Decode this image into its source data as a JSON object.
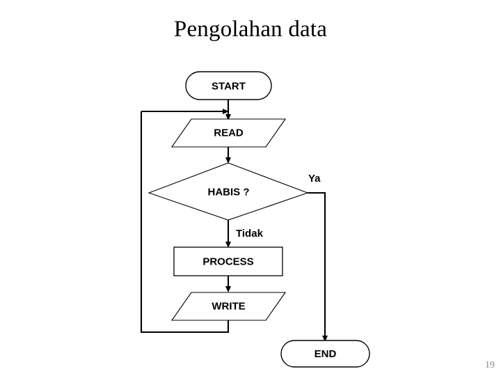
{
  "slide": {
    "title": "Pengolahan data",
    "page_number": "19",
    "background_color": "#ffffff",
    "line_color": "#000000",
    "page_number_color": "#8a8a8a"
  },
  "flowchart": {
    "nodes": [
      {
        "id": "start",
        "label": "START",
        "shape": "terminator"
      },
      {
        "id": "read",
        "label": "READ",
        "shape": "parallelogram"
      },
      {
        "id": "habis",
        "label": "HABIS ?",
        "shape": "diamond"
      },
      {
        "id": "process",
        "label": "PROCESS",
        "shape": "rectangle"
      },
      {
        "id": "write",
        "label": "WRITE",
        "shape": "parallelogram"
      },
      {
        "id": "end",
        "label": "END",
        "shape": "terminator"
      }
    ],
    "branch_labels": [
      {
        "id": "ya",
        "label": "Ya"
      },
      {
        "id": "tidak",
        "label": "Tidak"
      }
    ],
    "edges": [
      {
        "id": "start-to-read",
        "from": "start",
        "to": "read"
      },
      {
        "id": "read-to-habis",
        "from": "read",
        "to": "habis"
      },
      {
        "id": "habis-ya-to-end",
        "from": "habis",
        "to": "end",
        "label": "Ya"
      },
      {
        "id": "habis-tidak-to-process",
        "from": "habis",
        "to": "process",
        "label": "Tidak"
      },
      {
        "id": "process-to-write",
        "from": "process",
        "to": "write"
      },
      {
        "id": "write-loop-to-read",
        "from": "write",
        "to": "read"
      }
    ]
  }
}
